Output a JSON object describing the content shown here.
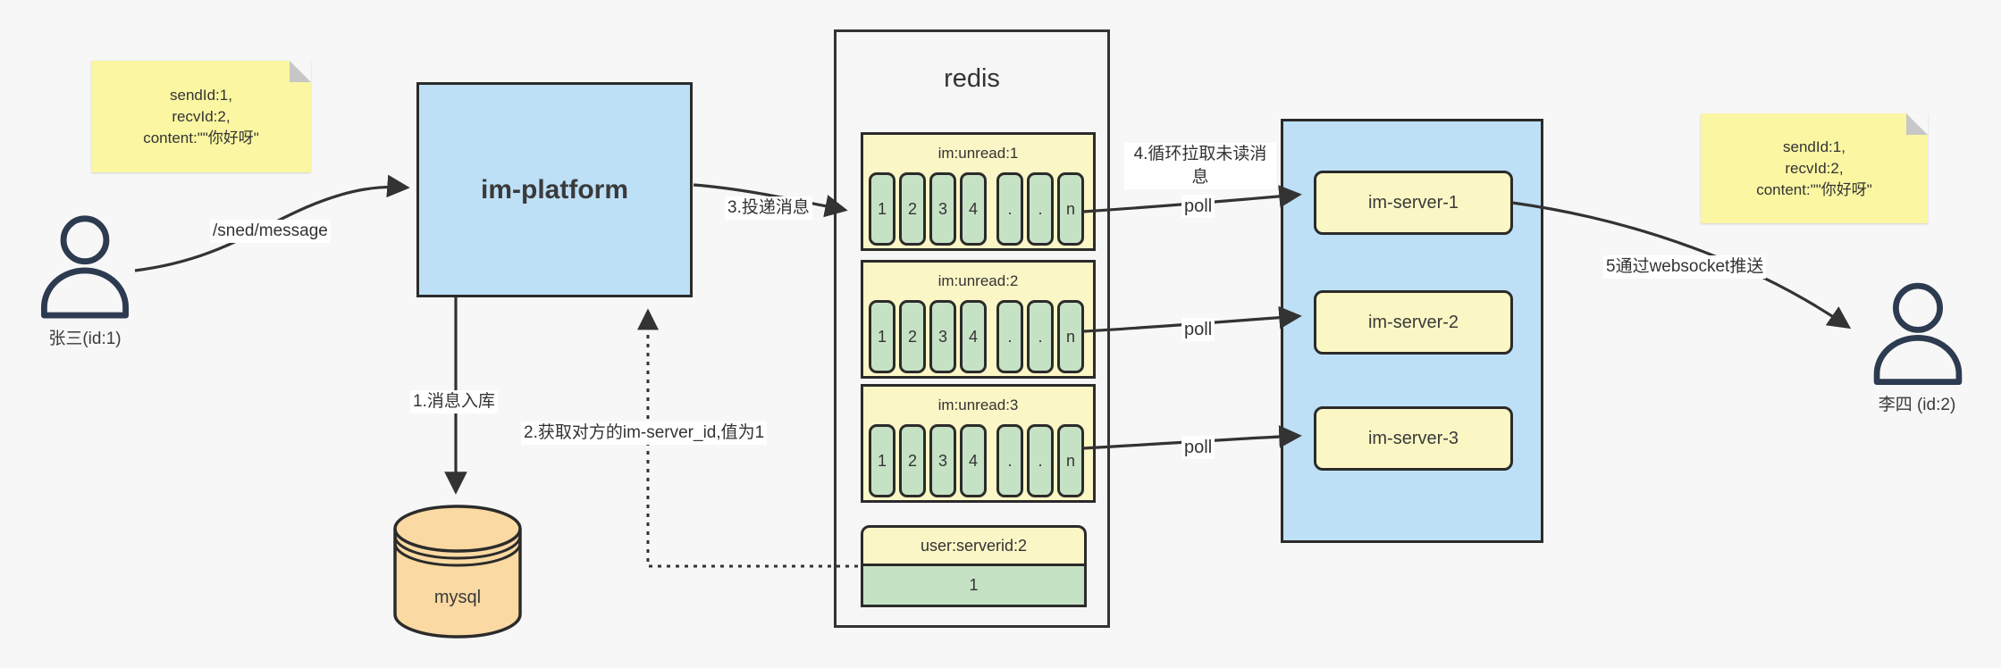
{
  "palette": {
    "background": "#f7f7f7",
    "blue_fill": "#bee0f7",
    "note_yellow": "#faf6a2",
    "key_yellow": "#fbf6c6",
    "cell_green": "#c6e2c5",
    "db_tan": "#fad9a2",
    "border_dark": "#2b2b2b",
    "edge_color": "#333333"
  },
  "actors": {
    "sender_label": "张三(id:1)",
    "receiver_label": "李四 (id:2)"
  },
  "note_left": {
    "line1": "sendId:1,",
    "line2": "recvId:2,",
    "line3": "content:\"\"你好呀\""
  },
  "note_right": {
    "line1": "sendId:1,",
    "line2": "recvId:2,",
    "line3": "content:\"\"你好呀\""
  },
  "platform": {
    "label": "im-platform"
  },
  "database": {
    "label": "mysql"
  },
  "redis": {
    "title": "redis",
    "queues": [
      {
        "key": "im:unread:1",
        "cells": [
          "1",
          "2",
          "3",
          "4",
          ".",
          ".",
          "n"
        ]
      },
      {
        "key": "im:unread:2",
        "cells": [
          "1",
          "2",
          "3",
          "4",
          ".",
          ".",
          "n"
        ]
      },
      {
        "key": "im:unread:3",
        "cells": [
          "1",
          "2",
          "3",
          "4",
          ".",
          ".",
          "n"
        ]
      }
    ],
    "kv": {
      "key": "user:serverid:2",
      "value": "1"
    }
  },
  "servers": [
    {
      "label": "im-server-1"
    },
    {
      "label": "im-server-2"
    },
    {
      "label": "im-server-3"
    }
  ],
  "labels": {
    "send_api": "/sned/message",
    "step1": "1.消息入库",
    "step2": "2.获取对方的im-server_id,值为1",
    "step3": "3.投递消息",
    "step4": "4.循环拉取未读消息",
    "poll1": "poll",
    "poll2": "poll",
    "poll3": "poll",
    "step5": "5通过websocket推送"
  }
}
